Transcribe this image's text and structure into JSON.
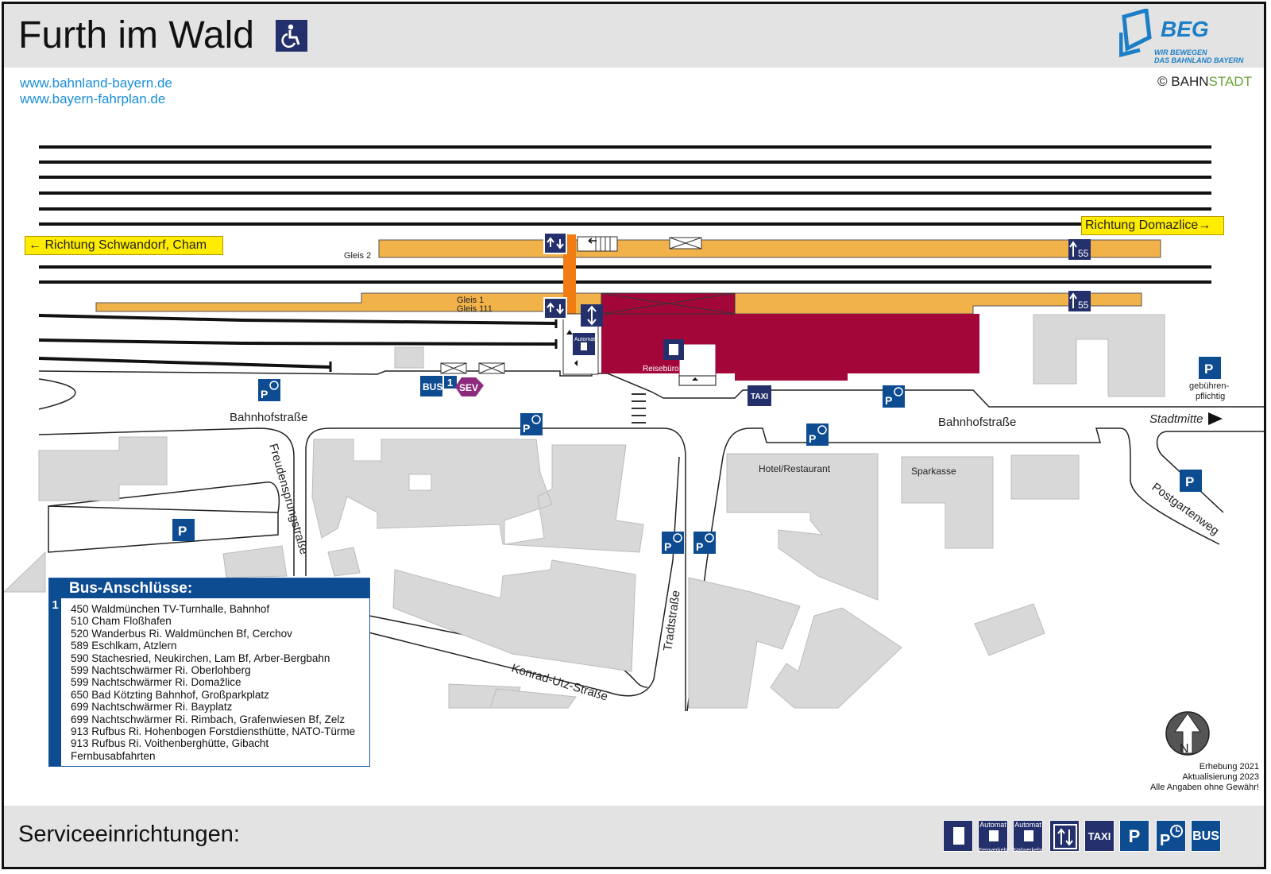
{
  "header": {
    "title": "Furth im Wald",
    "accessibility_icon": "wheelchair-icon",
    "brand": {
      "name": "BEG",
      "claim_line1": "WIR BEWEGEN",
      "claim_line2": "DAS BAHNLAND BAYERN"
    }
  },
  "links": {
    "url1": "www.bahnland-bayern.de",
    "url2": "www.bayern-fahrplan.de"
  },
  "copyright": {
    "symbol": "©",
    "bahn": "BAHN",
    "stadt": "STADT"
  },
  "directions": {
    "west": "Richtung Schwandorf, Cham",
    "east": "Richtung Domazlice",
    "stadtmitte": "Stadtmitte"
  },
  "platforms": {
    "gleis2": "Gleis 2",
    "gleis1": "Gleis 1",
    "gleis111": "Gleis 111",
    "platform_number": "55"
  },
  "labels": {
    "reisebuero": "Reisebüro",
    "hotel": "Hotel/Restaurant",
    "sparkasse": "Sparkasse",
    "gebuehren1": "gebühren-",
    "gebuehren2": "pflichtig",
    "automat": "Automat",
    "fernverkehr": "Fernverkehr",
    "nahverkehr": "Nahverkehr",
    "taxi": "TAXI",
    "bus": "BUS",
    "sev": "SEV",
    "parking": "P",
    "north": "N",
    "bus_stop_number": "1"
  },
  "streets": {
    "bahnhofstrasse": "Bahnhofstraße",
    "freudensprung": "Freudensprungstraße",
    "tradt": "Tradtstraße",
    "konrad": "Konrad-Utz-Straße",
    "postgarten": "Postgartenweg"
  },
  "bus_panel": {
    "title": "Bus-Anschlüsse:",
    "line_marker": "1",
    "lines": [
      "450 Waldmünchen TV-Turnhalle, Bahnhof",
      "510 Cham Floßhafen",
      "520 Wanderbus Ri. Waldmünchen Bf, Cerchov",
      "589 Eschlkam, Atzlern",
      "590 Stachesried, Neukirchen, Lam Bf, Arber-Bergbahn",
      "599 Nachtschwärmer Ri. Oberlohberg",
      "599 Nachtschwärmer Ri. Domažlice",
      "650 Bad Kötzting Bahnhof, Großparkplatz",
      "699 Nachtschwärmer Ri. Bayplatz",
      "699 Nachtschwärmer Ri. Rimbach, Grafenwiesen Bf, Zelz",
      "913 Rufbus Ri. Hohenbogen Forstdiensthütte, NATO-Türme",
      "913 Rufbus Ri. Voithenberghütte, Gibacht",
      "Fernbusabfahrten"
    ]
  },
  "notes": {
    "erhebung": "Erhebung 2021",
    "aktualisierung": "Aktualisierung 2023",
    "disclaimer": "Alle Angaben ohne Gewähr!"
  },
  "footer": {
    "title": "Serviceeinrichtungen:",
    "legend": [
      "ticket-office-icon",
      "ticket-machine-long-distance-icon",
      "ticket-machine-regional-icon",
      "lift-icon",
      "taxi-icon",
      "parking-icon",
      "short-term-parking-icon",
      "bus-icon"
    ]
  },
  "colors": {
    "platform": "#f2b24a",
    "station_building": "#a3073a",
    "building": "#d8d8d8",
    "pictogram_blue": "#0e4c92",
    "pictogram_dark": "#24306b",
    "direction_sign": "#ffec00",
    "sev": "#8e2a7e",
    "underpass": "#f07c12"
  }
}
